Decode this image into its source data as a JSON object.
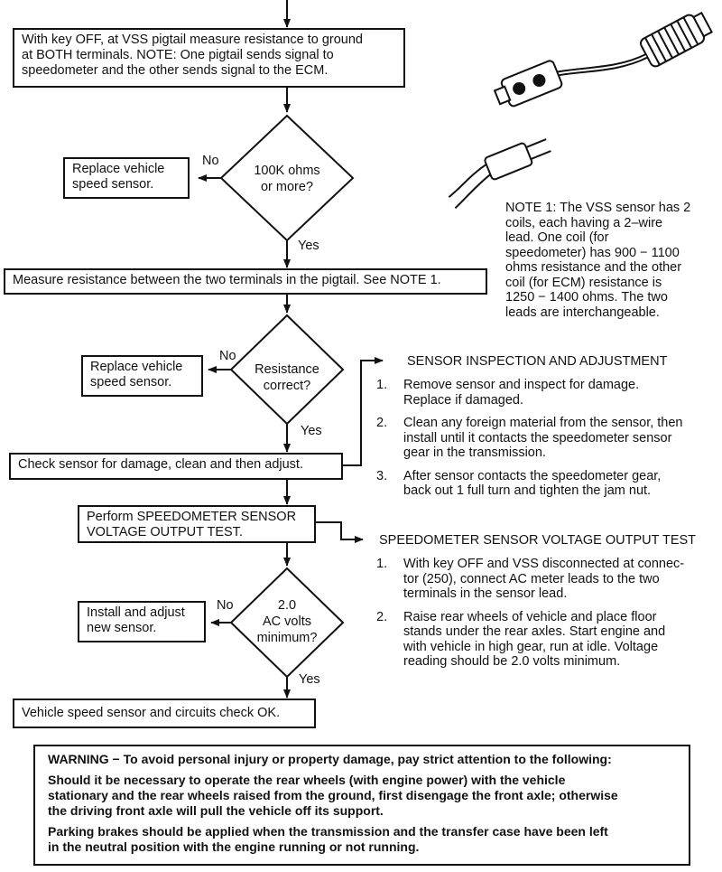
{
  "flow": {
    "box1": [
      "With key OFF, at VSS pigtail measure resistance to ground",
      "at BOTH terminals. NOTE: One pigtail sends signal to",
      "speedometer and the other sends signal to the ECM."
    ],
    "decision1": [
      "100K ohms",
      "or more?"
    ],
    "replace1": [
      "Replace vehicle",
      "speed sensor."
    ],
    "box2": "Measure resistance between the two terminals in the pigtail. See NOTE 1.",
    "decision2": [
      "Resistance",
      "correct?"
    ],
    "replace2": [
      "Replace vehicle",
      "speed sensor."
    ],
    "box3": "Check sensor for damage, clean and then adjust.",
    "box4": [
      "Perform SPEEDOMETER SENSOR",
      "VOLTAGE OUTPUT TEST."
    ],
    "decision3": [
      "2.0",
      "AC volts",
      "minimum?"
    ],
    "install": [
      "Install and adjust",
      "new sensor."
    ],
    "box5": "Vehicle speed sensor and circuits check OK.",
    "no_label": "No",
    "yes_label": "Yes"
  },
  "note1": [
    "NOTE 1: The VSS sensor has 2",
    "coils, each having a 2–wire",
    "lead. One coil (for",
    "speedometer) has 900 − 1100",
    "ohms resistance and the other",
    "coil (for ECM) resistance is",
    "1250 − 1400 ohms. The two",
    "leads are interchangeable."
  ],
  "inspection": {
    "title": "SENSOR INSPECTION AND ADJUSTMENT",
    "steps": [
      {
        "num": "1.",
        "lines": [
          "Remove sensor and inspect for damage.",
          "Replace if damaged."
        ]
      },
      {
        "num": "2.",
        "lines": [
          "Clean any foreign material from the sensor, then",
          "install until it contacts the speedometer sensor",
          "gear in the transmission."
        ]
      },
      {
        "num": "3.",
        "lines": [
          "After sensor contacts the speedometer gear,",
          "back out 1 full turn and tighten the jam nut."
        ]
      }
    ]
  },
  "voltage_test": {
    "title": "SPEEDOMETER SENSOR VOLTAGE OUTPUT TEST",
    "steps": [
      {
        "num": "1.",
        "lines": [
          "With key OFF and VSS disconnected at connec-",
          "tor (250), connect AC meter leads to the two",
          "terminals in the sensor lead."
        ]
      },
      {
        "num": "2.",
        "lines": [
          "Raise rear wheels of vehicle and place floor",
          "stands under the rear axles. Start engine and",
          "with vehicle in high gear, run at idle. Voltage",
          "reading should be 2.0 volts minimum."
        ]
      }
    ]
  },
  "warning": {
    "p1": [
      "WARNING − To avoid personal injury or property damage, pay strict attention to the following:"
    ],
    "p2": [
      "Should it be necessary to operate the rear wheels (with engine power) with the vehicle",
      "stationary and the rear wheels raised from the ground, first disengage the front axle; otherwise",
      "the driving front axle will pull the vehicle off its support."
    ],
    "p3": [
      "Parking brakes should be applied when the transmission and the transfer case have been left",
      "in the neutral position with the engine running or not running."
    ]
  }
}
